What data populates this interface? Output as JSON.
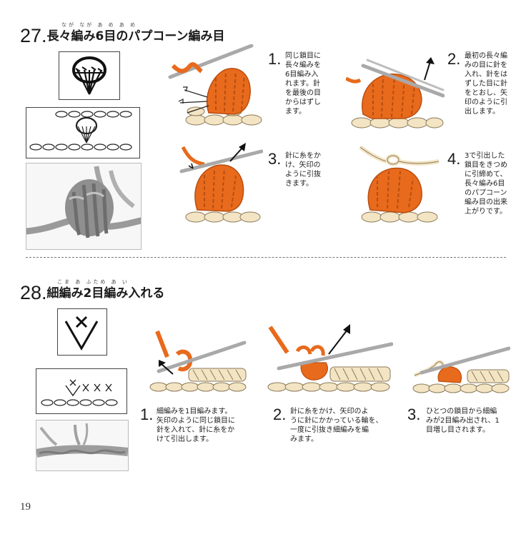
{
  "page_number": "19",
  "sections": [
    {
      "number": "27.",
      "title": "長々編み6目のパプコーン編み目",
      "ruby": "なが なが あ  め   あ  め",
      "steps": [
        {
          "number": "1.",
          "text": "同じ鎖目に\n長々編みを\n6目編み入\nれます。針\nを最後の目\nからはずし\nます。"
        },
        {
          "number": "2.",
          "text": "最初の長々編\nみの目に針を\n入れ、針をは\nずした目に針\nをとおし、矢\n印のように引\n出します。"
        },
        {
          "number": "3.",
          "text": "針に糸をか\nけ、矢印の\nように引抜\nきます。"
        },
        {
          "number": "4.",
          "text": "3で引出した\n鎖目をきつめ\nに引締めて、\n長々編み6目\nのパプコーン\n編み目の出来\n上がりです。"
        }
      ]
    },
    {
      "number": "28.",
      "title": "細編み2目編み入れる",
      "ruby": "こま あ  ふため あ  い",
      "steps": [
        {
          "number": "1.",
          "text": "細編みを1目編みます。\n矢印のように同じ鎖目に\n針を入れて、針に糸をか\nけて引出します。"
        },
        {
          "number": "2.",
          "text": "針に糸をかけ、矢印のよ\nうに針にかかっている輪を、\n一度に引抜き細編みを編\nみます。"
        },
        {
          "number": "3.",
          "text": "ひとつの鎖目から細編\nみが2目編み出され、1\n目増し目されます。"
        }
      ]
    }
  ],
  "colors": {
    "yarn": "#e86a1c",
    "yarn_dark": "#b84e10",
    "base_yarn": "#f3e4c4",
    "needle": "#a9a9a9",
    "divider": "#777777"
  }
}
